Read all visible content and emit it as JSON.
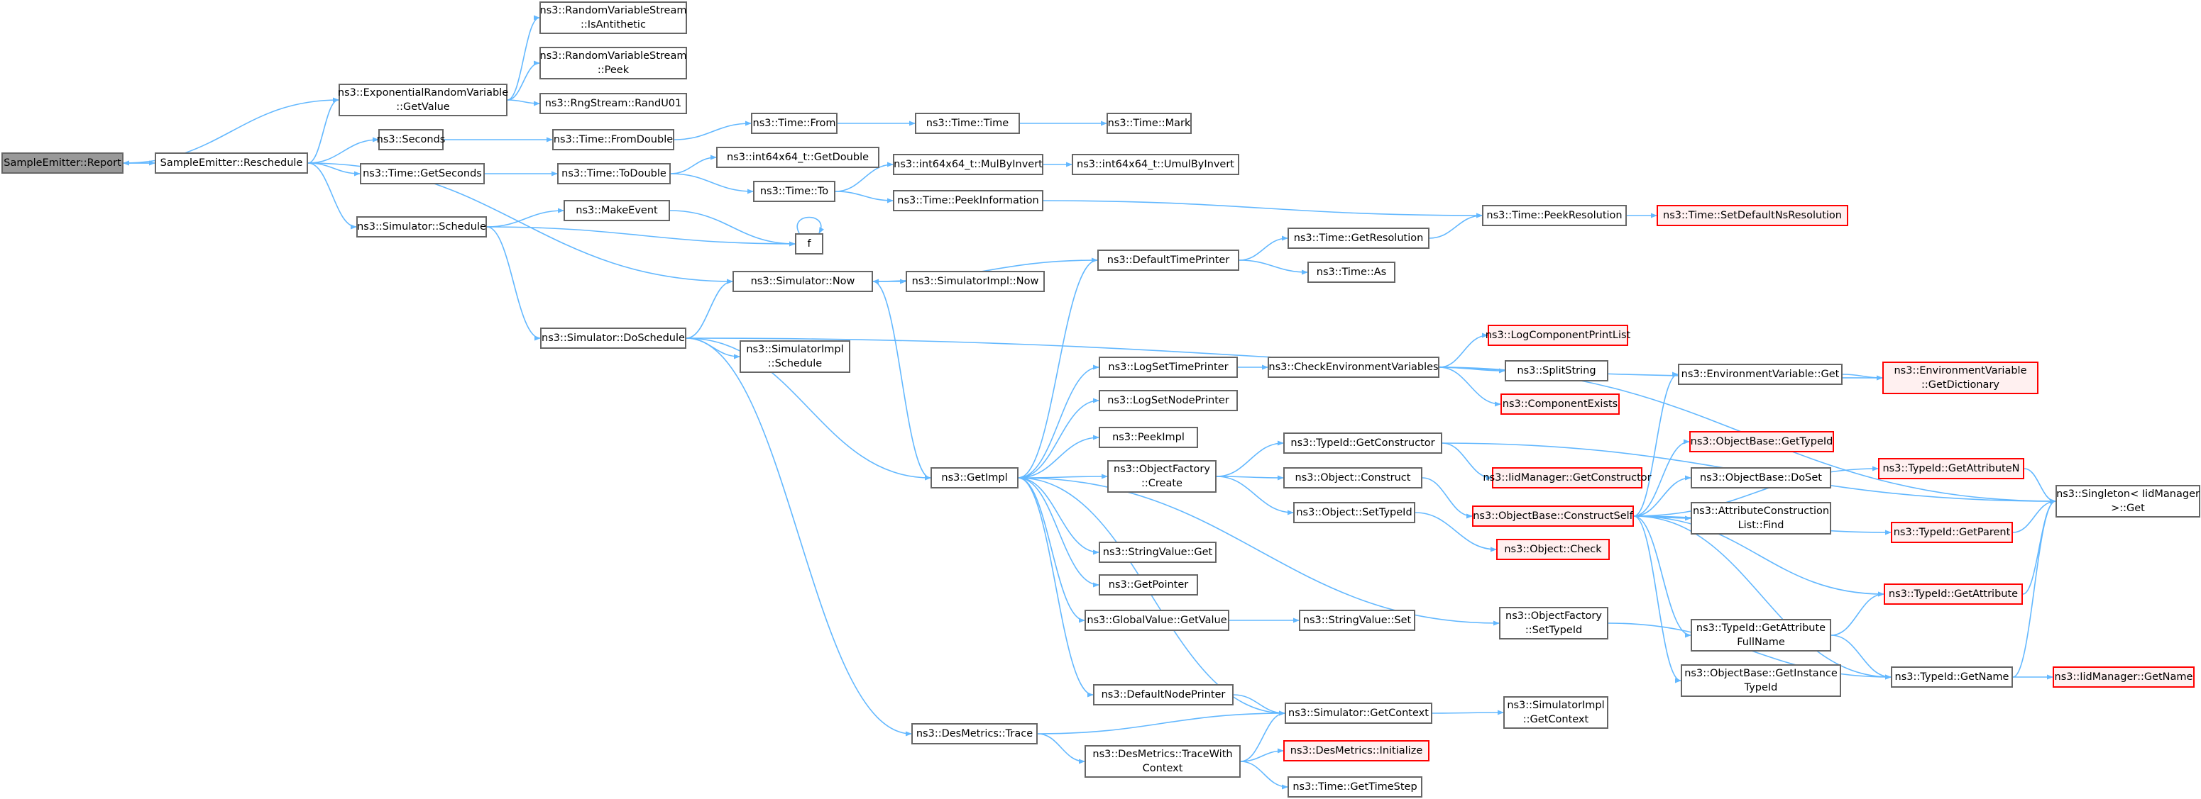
{
  "colors": {
    "edge": "#63b8ff",
    "node_border": "#666666",
    "node_border_truncated": "#ff0000",
    "node_fill_truncated": "#fff0f0",
    "root_fill": "#999999"
  },
  "nodes": [
    {
      "id": "report",
      "lines": [
        "SampleEmitter::Report"
      ],
      "root": true
    },
    {
      "id": "reschedule",
      "lines": [
        "SampleEmitter::Reschedule"
      ]
    },
    {
      "id": "exp_getvalue",
      "lines": [
        "ns3::ExponentialRandomVariable",
        "::GetValue"
      ]
    },
    {
      "id": "rvs_isanti",
      "lines": [
        "ns3::RandomVariableStream",
        "::IsAntithetic"
      ]
    },
    {
      "id": "rvs_peek",
      "lines": [
        "ns3::RandomVariableStream",
        "::Peek"
      ]
    },
    {
      "id": "randu01",
      "lines": [
        "ns3::RngStream::RandU01"
      ]
    },
    {
      "id": "seconds",
      "lines": [
        "ns3::Seconds"
      ]
    },
    {
      "id": "fromdouble",
      "lines": [
        "ns3::Time::FromDouble"
      ]
    },
    {
      "id": "time_from",
      "lines": [
        "ns3::Time::From"
      ]
    },
    {
      "id": "time_time",
      "lines": [
        "ns3::Time::Time"
      ]
    },
    {
      "id": "time_mark",
      "lines": [
        "ns3::Time::Mark"
      ]
    },
    {
      "id": "getseconds",
      "lines": [
        "ns3::Time::GetSeconds"
      ]
    },
    {
      "id": "todouble",
      "lines": [
        "ns3::Time::ToDouble"
      ]
    },
    {
      "id": "getdouble",
      "lines": [
        "ns3::int64x64_t::GetDouble"
      ]
    },
    {
      "id": "time_to",
      "lines": [
        "ns3::Time::To"
      ]
    },
    {
      "id": "mulbyinvert",
      "lines": [
        "ns3::int64x64_t::MulByInvert"
      ]
    },
    {
      "id": "umulbyinvert",
      "lines": [
        "ns3::int64x64_t::UmulByInvert"
      ]
    },
    {
      "id": "peekinfo",
      "lines": [
        "ns3::Time::PeekInformation"
      ]
    },
    {
      "id": "peekres",
      "lines": [
        "ns3::Time::PeekResolution"
      ]
    },
    {
      "id": "setdefaultns",
      "lines": [
        "ns3::Time::SetDefaultNsResolution"
      ],
      "truncated": true
    },
    {
      "id": "sim_schedule",
      "lines": [
        "ns3::Simulator::Schedule"
      ]
    },
    {
      "id": "makeevent",
      "lines": [
        "ns3::MakeEvent"
      ]
    },
    {
      "id": "f",
      "lines": [
        "f"
      ]
    },
    {
      "id": "sim_now",
      "lines": [
        "ns3::Simulator::Now"
      ]
    },
    {
      "id": "simimpl_now",
      "lines": [
        "ns3::SimulatorImpl::Now"
      ]
    },
    {
      "id": "deftimeprinter",
      "lines": [
        "ns3::DefaultTimePrinter"
      ]
    },
    {
      "id": "getresolution",
      "lines": [
        "ns3::Time::GetResolution"
      ]
    },
    {
      "id": "time_as",
      "lines": [
        "ns3::Time::As"
      ]
    },
    {
      "id": "doschedule",
      "lines": [
        "ns3::Simulator::DoSchedule"
      ]
    },
    {
      "id": "simimpl_schedule",
      "lines": [
        "ns3::SimulatorImpl",
        "::Schedule"
      ]
    },
    {
      "id": "logsettimeprinter",
      "lines": [
        "ns3::LogSetTimePrinter"
      ]
    },
    {
      "id": "checkenv",
      "lines": [
        "ns3::CheckEnvironmentVariables"
      ]
    },
    {
      "id": "logcomplist",
      "lines": [
        "ns3::LogComponentPrintList"
      ],
      "truncated": true
    },
    {
      "id": "splitstring",
      "lines": [
        "ns3::SplitString"
      ]
    },
    {
      "id": "compexists",
      "lines": [
        "ns3::ComponentExists"
      ],
      "truncated": true
    },
    {
      "id": "lognodeprinter",
      "lines": [
        "ns3::LogSetNodePrinter"
      ]
    },
    {
      "id": "peekimpl",
      "lines": [
        "ns3::PeekImpl"
      ]
    },
    {
      "id": "getimpl",
      "lines": [
        "ns3::GetImpl"
      ]
    },
    {
      "id": "objfact_create",
      "lines": [
        "ns3::ObjectFactory",
        "::Create"
      ]
    },
    {
      "id": "typeid_getctor",
      "lines": [
        "ns3::TypeId::GetConstructor"
      ]
    },
    {
      "id": "iid_getctor",
      "lines": [
        "ns3::IidManager::GetConstructor"
      ],
      "truncated": true
    },
    {
      "id": "obj_construct",
      "lines": [
        "ns3::Object::Construct"
      ]
    },
    {
      "id": "obj_settypeid",
      "lines": [
        "ns3::Object::SetTypeId"
      ]
    },
    {
      "id": "obj_check",
      "lines": [
        "ns3::Object::Check"
      ],
      "truncated": true
    },
    {
      "id": "constructself",
      "lines": [
        "ns3::ObjectBase::ConstructSelf"
      ],
      "truncated": true
    },
    {
      "id": "envvar_get",
      "lines": [
        "ns3::EnvironmentVariable::Get"
      ]
    },
    {
      "id": "envvar_getdict",
      "lines": [
        "ns3::EnvironmentVariable",
        "::GetDictionary"
      ],
      "truncated": true
    },
    {
      "id": "ob_gettypeid",
      "lines": [
        "ns3::ObjectBase::GetTypeId"
      ],
      "truncated": true
    },
    {
      "id": "ob_doset",
      "lines": [
        "ns3::ObjectBase::DoSet"
      ]
    },
    {
      "id": "acl_find",
      "lines": [
        "ns3::AttributeConstruction",
        "List::Find"
      ]
    },
    {
      "id": "typeid_getattrn",
      "lines": [
        "ns3::TypeId::GetAttributeN"
      ],
      "truncated": true
    },
    {
      "id": "singleton_get",
      "lines": [
        "ns3::Singleton< IidManager",
        " >::Get"
      ]
    },
    {
      "id": "typeid_getparent",
      "lines": [
        "ns3::TypeId::GetParent"
      ],
      "truncated": true
    },
    {
      "id": "typeid_getattr",
      "lines": [
        "ns3::TypeId::GetAttribute"
      ],
      "truncated": true
    },
    {
      "id": "typeid_getattrfull",
      "lines": [
        "ns3::TypeId::GetAttribute",
        "FullName"
      ]
    },
    {
      "id": "ob_getinstance",
      "lines": [
        "ns3::ObjectBase::GetInstance",
        "TypeId"
      ]
    },
    {
      "id": "typeid_getname",
      "lines": [
        "ns3::TypeId::GetName"
      ]
    },
    {
      "id": "iid_getname",
      "lines": [
        "ns3::IidManager::GetName"
      ],
      "truncated": true
    },
    {
      "id": "stringvalue_get",
      "lines": [
        "ns3::StringValue::Get"
      ]
    },
    {
      "id": "getpointer",
      "lines": [
        "ns3::GetPointer"
      ]
    },
    {
      "id": "globalvalue_get",
      "lines": [
        "ns3::GlobalValue::GetValue"
      ]
    },
    {
      "id": "stringvalue_set",
      "lines": [
        "ns3::StringValue::Set"
      ]
    },
    {
      "id": "objfact_settypeid",
      "lines": [
        "ns3::ObjectFactory",
        "::SetTypeId"
      ]
    },
    {
      "id": "defnodeprinter",
      "lines": [
        "ns3::DefaultNodePrinter"
      ]
    },
    {
      "id": "sim_getcontext",
      "lines": [
        "ns3::Simulator::GetContext"
      ]
    },
    {
      "id": "simimpl_getcontext",
      "lines": [
        "ns3::SimulatorImpl",
        "::GetContext"
      ]
    },
    {
      "id": "desmetrics_trace",
      "lines": [
        "ns3::DesMetrics::Trace"
      ]
    },
    {
      "id": "desmetrics_tracewith",
      "lines": [
        "ns3::DesMetrics::TraceWith",
        "Context"
      ]
    },
    {
      "id": "desmetrics_init",
      "lines": [
        "ns3::DesMetrics::Initialize"
      ],
      "truncated": true
    },
    {
      "id": "gettimestep",
      "lines": [
        "ns3::Time::GetTimeStep"
      ]
    }
  ],
  "edges": [
    [
      "report",
      "reschedule"
    ],
    [
      "reschedule",
      "report"
    ],
    [
      "reschedule",
      "exp_getvalue"
    ],
    [
      "exp_getvalue",
      "report"
    ],
    [
      "exp_getvalue",
      "rvs_isanti"
    ],
    [
      "exp_getvalue",
      "rvs_peek"
    ],
    [
      "exp_getvalue",
      "randu01"
    ],
    [
      "reschedule",
      "seconds"
    ],
    [
      "seconds",
      "fromdouble"
    ],
    [
      "fromdouble",
      "time_from"
    ],
    [
      "time_from",
      "time_time"
    ],
    [
      "time_time",
      "time_mark"
    ],
    [
      "reschedule",
      "getseconds"
    ],
    [
      "getseconds",
      "todouble"
    ],
    [
      "todouble",
      "getdouble"
    ],
    [
      "todouble",
      "time_to"
    ],
    [
      "time_to",
      "mulbyinvert"
    ],
    [
      "mulbyinvert",
      "umulbyinvert"
    ],
    [
      "time_to",
      "peekinfo"
    ],
    [
      "peekinfo",
      "peekres"
    ],
    [
      "peekres",
      "setdefaultns"
    ],
    [
      "reschedule",
      "sim_schedule"
    ],
    [
      "reschedule",
      "sim_now"
    ],
    [
      "sim_schedule",
      "makeevent"
    ],
    [
      "makeevent",
      "f"
    ],
    [
      "sim_schedule",
      "f"
    ],
    [
      "f",
      "f"
    ],
    [
      "sim_schedule",
      "doschedule"
    ],
    [
      "sim_now",
      "simimpl_now"
    ],
    [
      "sim_now",
      "getimpl"
    ],
    [
      "deftimeprinter",
      "sim_now"
    ],
    [
      "deftimeprinter",
      "getresolution"
    ],
    [
      "deftimeprinter",
      "time_as"
    ],
    [
      "getresolution",
      "peekres"
    ],
    [
      "doschedule",
      "sim_now"
    ],
    [
      "doschedule",
      "simimpl_schedule"
    ],
    [
      "doschedule",
      "getimpl"
    ],
    [
      "doschedule",
      "desmetrics_trace"
    ],
    [
      "doschedule",
      "envvar_getdict"
    ],
    [
      "getimpl",
      "deftimeprinter"
    ],
    [
      "getimpl",
      "logsettimeprinter"
    ],
    [
      "getimpl",
      "lognodeprinter"
    ],
    [
      "getimpl",
      "peekimpl"
    ],
    [
      "getimpl",
      "objfact_create"
    ],
    [
      "getimpl",
      "stringvalue_get"
    ],
    [
      "getimpl",
      "getpointer"
    ],
    [
      "getimpl",
      "globalvalue_get"
    ],
    [
      "getimpl",
      "defnodeprinter"
    ],
    [
      "getimpl",
      "objfact_settypeid"
    ],
    [
      "logsettimeprinter",
      "checkenv"
    ],
    [
      "checkenv",
      "logcomplist"
    ],
    [
      "checkenv",
      "splitstring"
    ],
    [
      "checkenv",
      "compexists"
    ],
    [
      "checkenv",
      "singleton_get"
    ],
    [
      "objfact_create",
      "typeid_getctor"
    ],
    [
      "objfact_create",
      "obj_construct"
    ],
    [
      "objfact_create",
      "obj_settypeid"
    ],
    [
      "typeid_getctor",
      "iid_getctor"
    ],
    [
      "typeid_getctor",
      "singleton_get"
    ],
    [
      "obj_construct",
      "constructself"
    ],
    [
      "obj_settypeid",
      "obj_check"
    ],
    [
      "constructself",
      "envvar_get"
    ],
    [
      "envvar_get",
      "envvar_getdict"
    ],
    [
      "constructself",
      "ob_gettypeid"
    ],
    [
      "constructself",
      "ob_doset"
    ],
    [
      "constructself",
      "acl_find"
    ],
    [
      "constructself",
      "typeid_getattrn"
    ],
    [
      "constructself",
      "typeid_getparent"
    ],
    [
      "constructself",
      "typeid_getattr"
    ],
    [
      "constructself",
      "typeid_getattrfull"
    ],
    [
      "constructself",
      "ob_getinstance"
    ],
    [
      "constructself",
      "typeid_getname"
    ],
    [
      "typeid_getattrn",
      "singleton_get"
    ],
    [
      "typeid_getparent",
      "singleton_get"
    ],
    [
      "typeid_getattr",
      "singleton_get"
    ],
    [
      "typeid_getattrfull",
      "typeid_getattr"
    ],
    [
      "typeid_getattrfull",
      "typeid_getname"
    ],
    [
      "typeid_getname",
      "singleton_get"
    ],
    [
      "typeid_getname",
      "iid_getname"
    ],
    [
      "globalvalue_get",
      "stringvalue_set"
    ],
    [
      "objfact_settypeid",
      "typeid_getname"
    ],
    [
      "defnodeprinter",
      "sim_getcontext"
    ],
    [
      "sim_getcontext",
      "getimpl"
    ],
    [
      "sim_getcontext",
      "simimpl_getcontext"
    ],
    [
      "desmetrics_trace",
      "sim_getcontext"
    ],
    [
      "desmetrics_trace",
      "desmetrics_tracewith"
    ],
    [
      "desmetrics_tracewith",
      "sim_getcontext"
    ],
    [
      "desmetrics_tracewith",
      "desmetrics_init"
    ],
    [
      "desmetrics_tracewith",
      "gettimestep"
    ]
  ]
}
